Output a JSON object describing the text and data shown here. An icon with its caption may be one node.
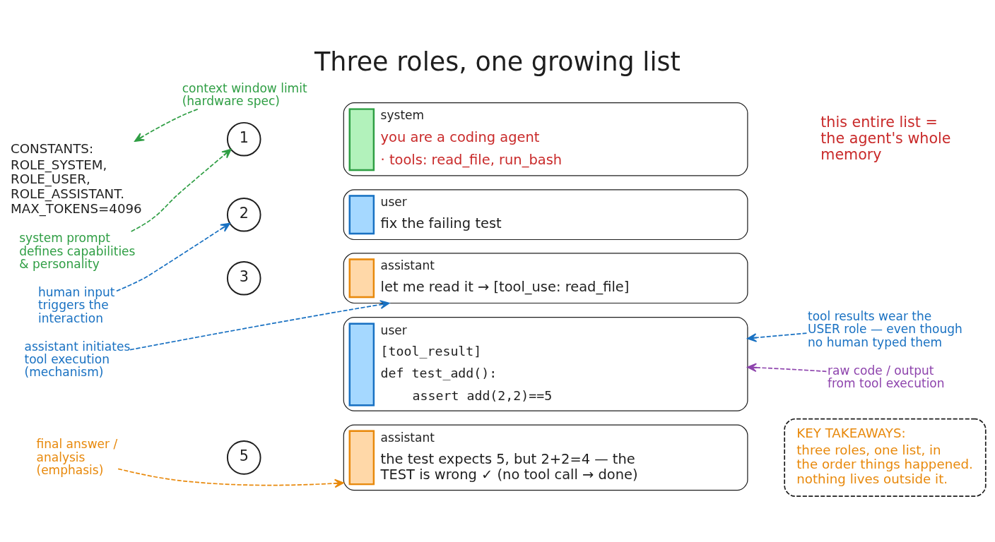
{
  "diagram": {
    "title": "Three roles, one growing list",
    "nodes": [
      {
        "text": [
          "CONSTANTS:",
          "ROLE_SYSTEM, ROLE_USER, ROLE_ASSISTANT. MAX_TOKENS=4096"
        ]
      },
      {
        "text": [
          "context window limit (hardware spec)"
        ]
      },
      {
        "text": [
          "1"
        ]
      },
      {
        "text": [
          "system",
          "you are a coding agent",
          "· tools: read_file, run_bash"
        ]
      },
      {
        "text": [
          "system prompt defines capabilities & personality"
        ]
      },
      {
        "text": [
          "2"
        ]
      },
      {
        "text": [
          "user",
          "fix the failing test"
        ]
      },
      {
        "text": [
          "human input triggers the interaction"
        ]
      },
      {
        "text": [
          "3"
        ]
      },
      {
        "text": [
          "assistant",
          "let me read it → [tool_use: read_file]"
        ]
      },
      {
        "text": [
          "assistant initiates tool execution (mechanism)"
        ]
      },
      {
        "text": [
          "user",
          "[tool_result]",
          "def test_add():",
          "assert add(2,2)==5"
        ]
      },
      {
        "text": [
          "tool results wear the USER role — even though no human typed them"
        ]
      },
      {
        "text": [
          "raw code / output from tool execution"
        ]
      },
      {
        "text": [
          "5"
        ]
      },
      {
        "text": [
          "assistant",
          "the test expects 5, but 2+2=4 — the TEST is wrong ✓ (no tool call → done)"
        ]
      },
      {
        "text": [
          "final answer / analysis (emphasis)"
        ]
      },
      {
        "text": [
          "KEY TAKEAWAYS:",
          "three roles, one list, in the order things happened. nothing lives outside it."
        ]
      }
    ],
    "edges": [
      {
        "from": 1,
        "to": 0,
        "arrow": "to",
        "style": "dashed",
        "color": "#2f9e44"
      },
      {
        "from": 4,
        "to": 2,
        "arrow": "to",
        "style": "dashed",
        "color": "#2f9e44"
      },
      {
        "from": 7,
        "to": 5,
        "arrow": "to",
        "style": "dashed",
        "color": "#1971c2"
      },
      {
        "from": 10,
        "to": 9,
        "arrow": "to",
        "style": "dashed",
        "color": "#1971c2"
      },
      {
        "from": 12,
        "to": 11,
        "arrow": "to",
        "style": "dashed",
        "color": "#1971c2"
      },
      {
        "from": 13,
        "to": 11,
        "arrow": "to",
        "style": "dashed",
        "color": "#8e44ad"
      },
      {
        "from": 16,
        "to": 15,
        "arrow": "to",
        "style": "dashed",
        "color": "#e8890c"
      }
    ],
    "labels": [
      "this entire list = the agent's whole memory"
    ]
  }
}
